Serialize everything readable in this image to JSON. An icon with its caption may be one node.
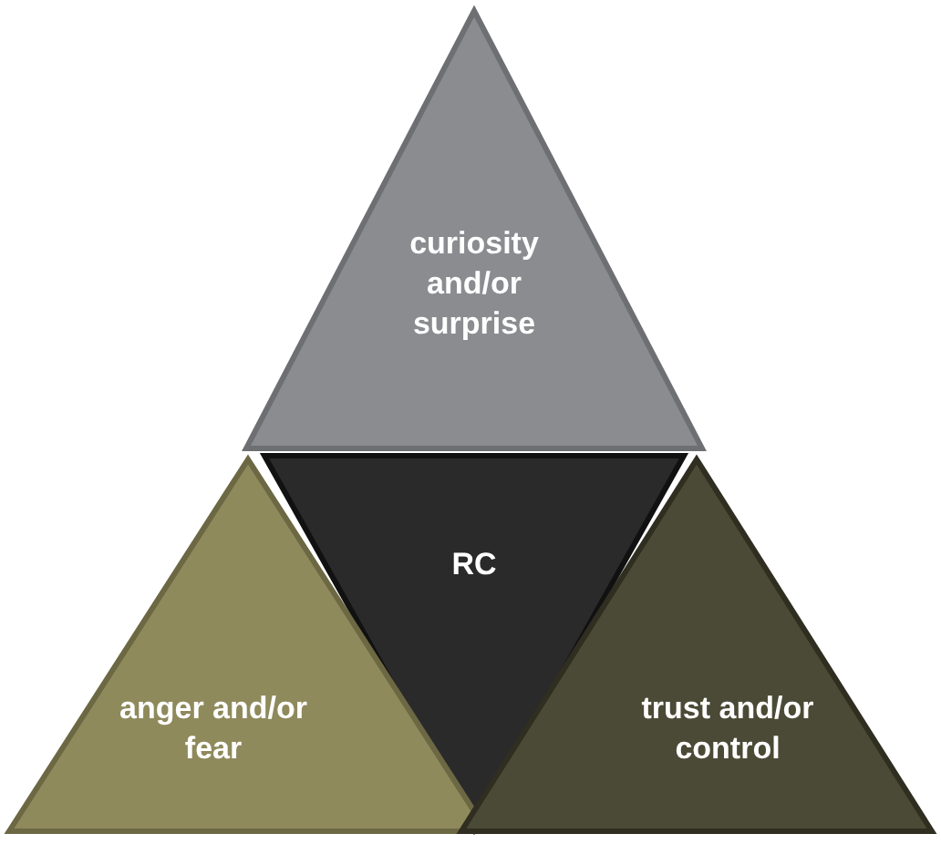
{
  "diagram": {
    "nodes": [
      {
        "text": [
          "curiosity and/or surprise"
        ]
      },
      {
        "text": [
          "RC"
        ]
      },
      {
        "text": [
          "anger and/or fear"
        ]
      },
      {
        "text": [
          "trust and/or control"
        ]
      }
    ]
  }
}
